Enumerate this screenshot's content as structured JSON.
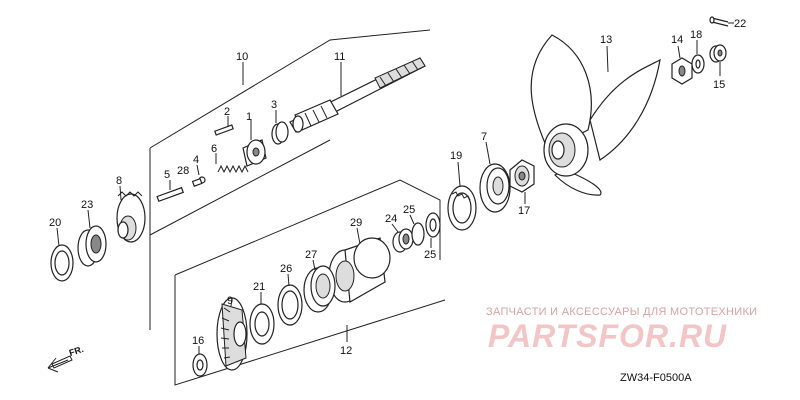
{
  "diagram": {
    "code": "ZW34-F0500A",
    "direction_label": "FR.",
    "watermark_line1": "ЗАПЧАСТИ И АКСЕССУАРЫ ДЛЯ МОТОТЕХНИКИ",
    "watermark_line2": "PARTSFOR.RU",
    "callouts": {
      "c1": "1",
      "c2": "2",
      "c3": "3",
      "c4": "4",
      "c5": "5",
      "c6": "6",
      "c7": "7",
      "c8": "8",
      "c9": "9",
      "c10": "10",
      "c11": "11",
      "c12": "12",
      "c13": "13",
      "c14": "14",
      "c15": "15",
      "c16": "16",
      "c17": "17",
      "c18": "18",
      "c19": "19",
      "c20": "20",
      "c21": "21",
      "c22": "22",
      "c23": "23",
      "c24": "24",
      "c25a": "25",
      "c25b": "25",
      "c26": "26",
      "c27": "27",
      "c28": "28",
      "c29": "29"
    }
  }
}
